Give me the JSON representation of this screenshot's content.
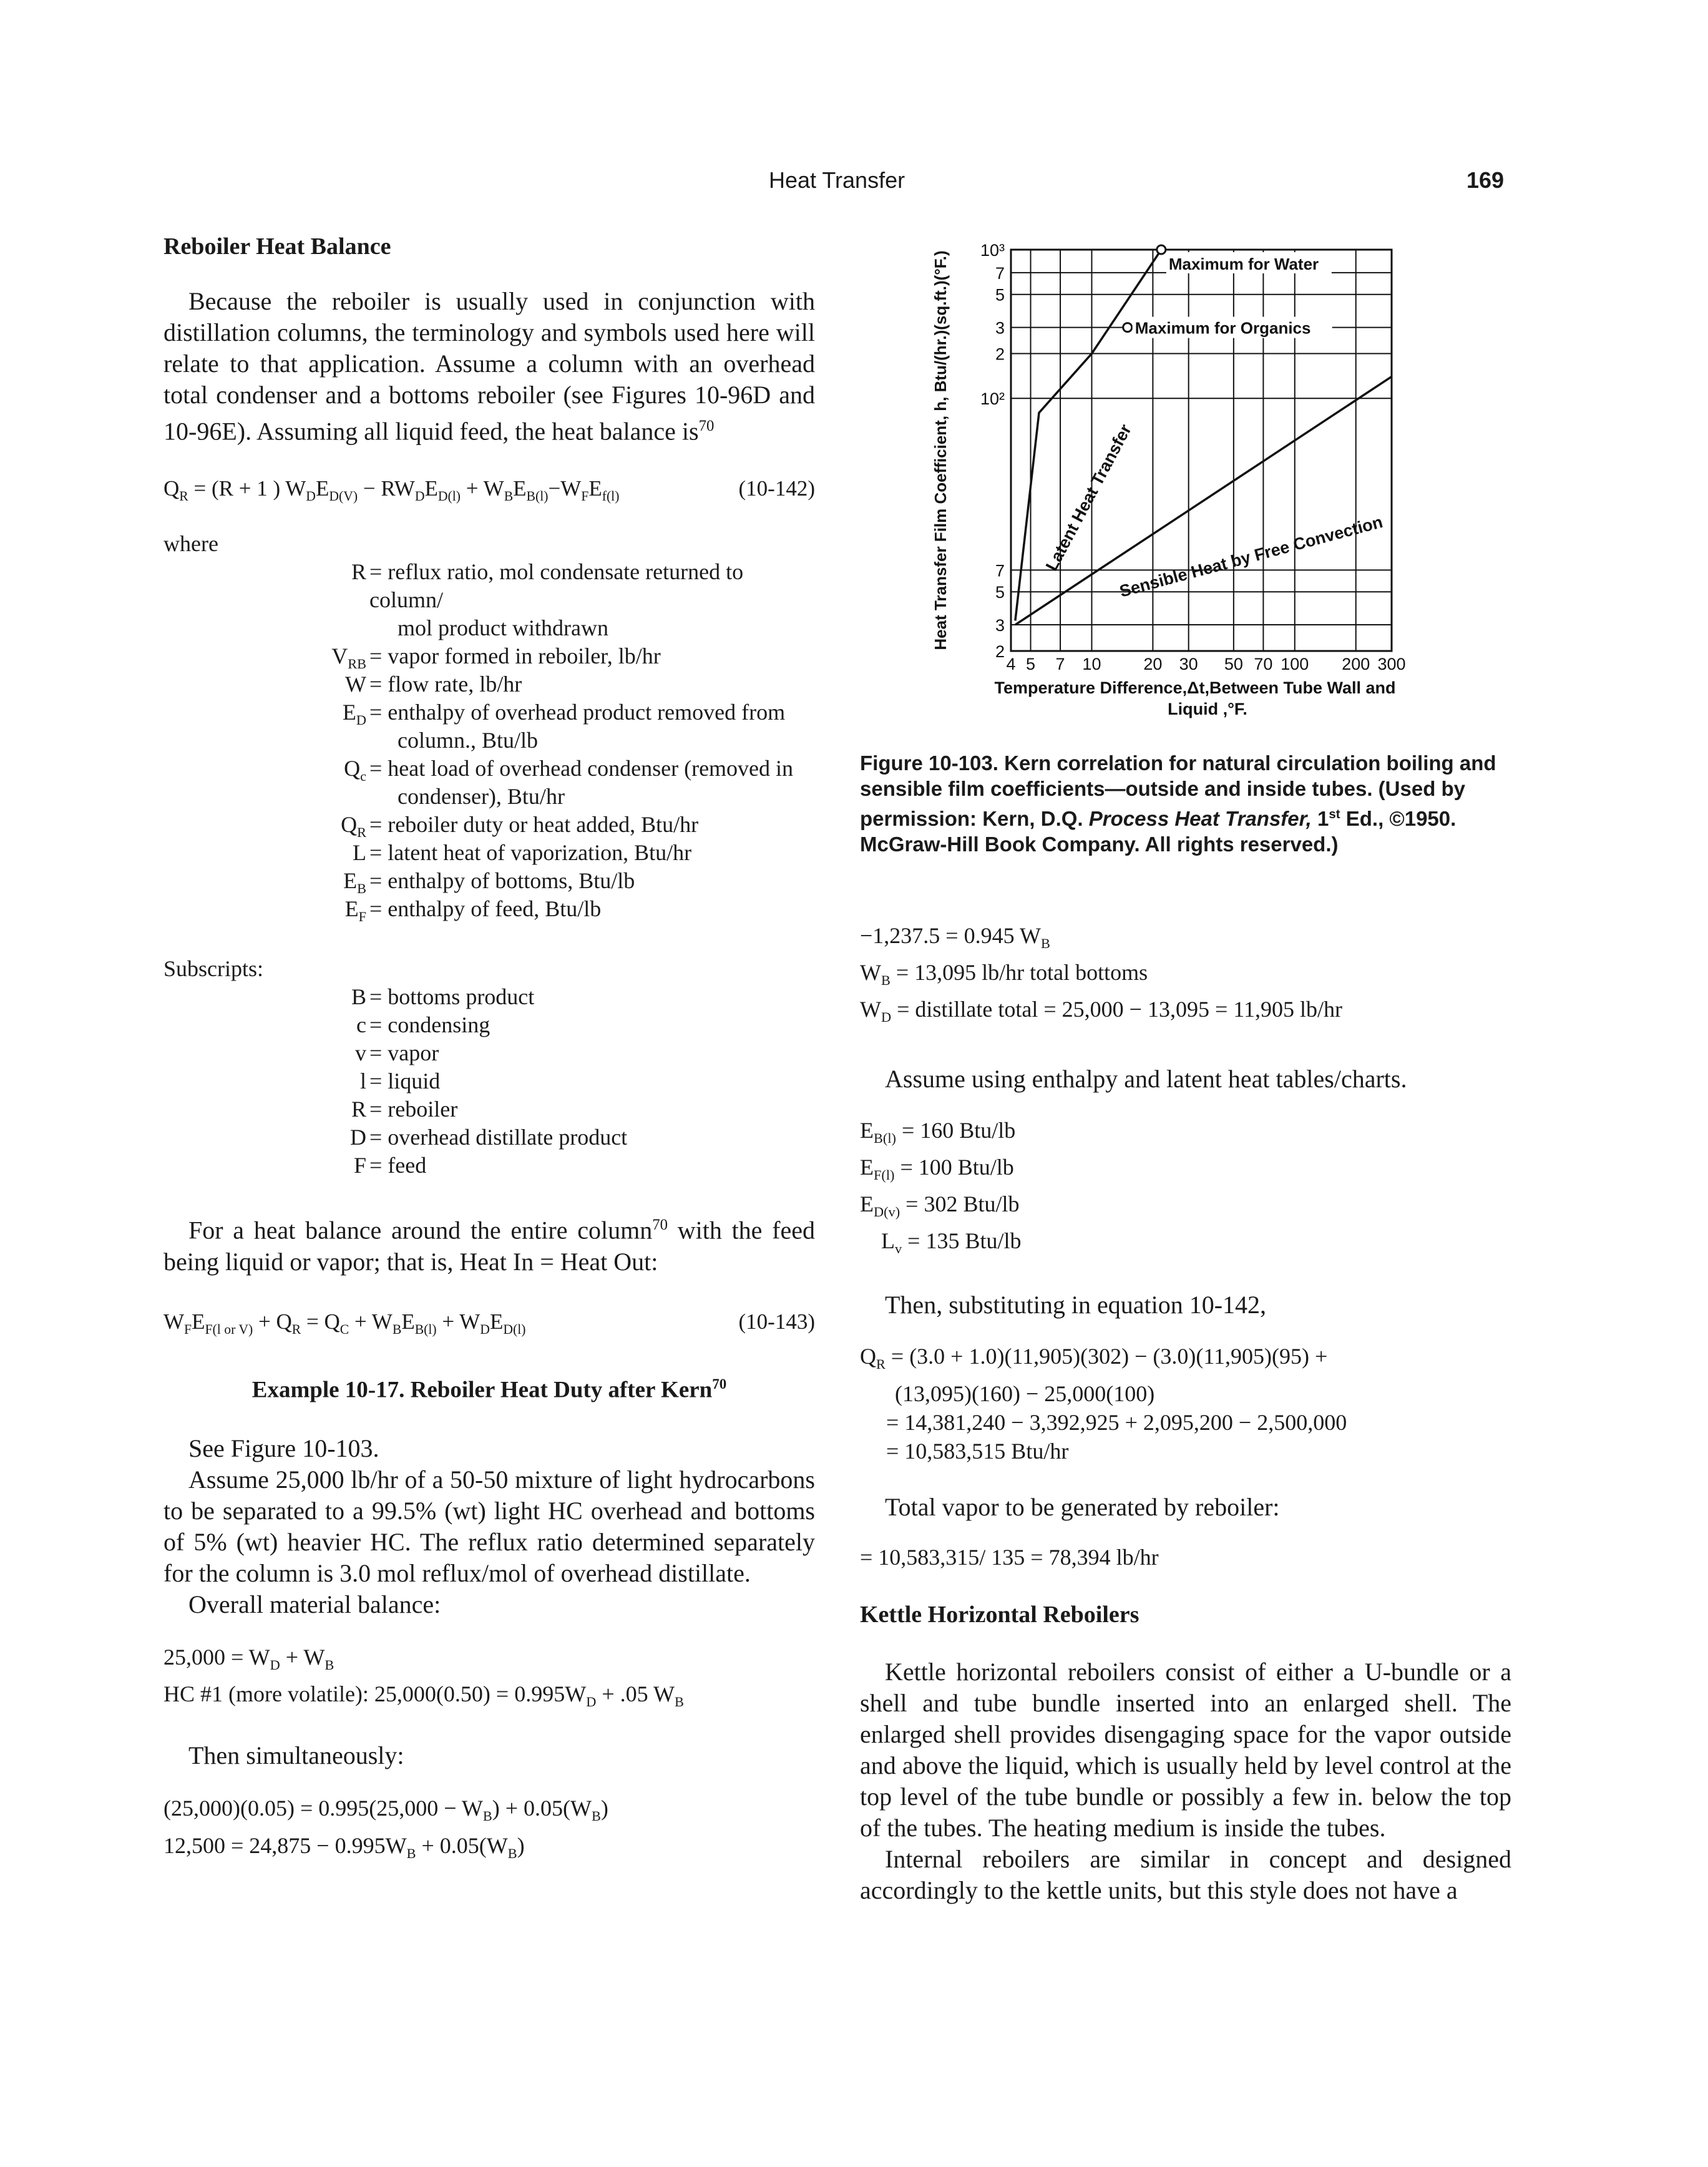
{
  "header": {
    "title": "Heat Transfer",
    "page_number": "169"
  },
  "left": {
    "section_title": "Reboiler Heat Balance",
    "intro": "Because the reboiler is usually used in conjunction with distillation columns, the terminology and symbols used here will relate to that application. Assume a column with an overhead total condenser and a bottoms reboiler (see Figures 10-96D and 10-96E). Assuming all liquid feed, the heat balance is",
    "intro_ref": "70",
    "eq142_number": "(10-142)",
    "where": "where",
    "definitions": [
      {
        "sym": "R",
        "def": "= reflux ratio, mol condensate returned to column/",
        "cont": "mol product withdrawn"
      },
      {
        "sym": "VRB",
        "def": "= vapor formed in reboiler, lb/hr"
      },
      {
        "sym": "W",
        "def": "= flow rate, lb/hr"
      },
      {
        "sym": "ED",
        "def": "= enthalpy of overhead product removed from",
        "cont": "column., Btu/lb"
      },
      {
        "sym": "Qc",
        "def": "= heat load of overhead condenser (removed in",
        "cont": "condenser), Btu/hr"
      },
      {
        "sym": "QR",
        "def": "= reboiler duty or heat added, Btu/hr"
      },
      {
        "sym": "L",
        "def": "= latent heat of vaporization, Btu/hr"
      },
      {
        "sym": "EB",
        "def": "= enthalpy of bottoms, Btu/lb"
      },
      {
        "sym": "EF",
        "def": "= enthalpy of feed, Btu/lb"
      }
    ],
    "subscripts_label": "Subscripts:",
    "subscripts": [
      {
        "sym": "B",
        "def": "= bottoms product"
      },
      {
        "sym": "c",
        "def": "= condensing"
      },
      {
        "sym": "v",
        "def": "= vapor"
      },
      {
        "sym": "l",
        "def": "= liquid"
      },
      {
        "sym": "R",
        "def": "= reboiler"
      },
      {
        "sym": "D",
        "def": "= overhead distillate product"
      },
      {
        "sym": "F",
        "def": "= feed"
      }
    ],
    "balance_text_1": "For a heat balance around the entire column",
    "balance_ref": "70",
    "balance_text_2": " with the feed being liquid or vapor; that is, Heat In = Heat Out:",
    "eq143_number": "(10-143)",
    "example_title": "Example 10-17. Reboiler Heat Duty after Kern",
    "example_ref": "70",
    "see_figure": "See Figure 10-103.",
    "example_text": "Assume 25,000 lb/hr of a 50-50 mixture of light hydrocarbons to be separated to a 99.5% (wt) light HC overhead and bottoms of 5% (wt) heavier HC. The reflux ratio determined separately for the column is 3.0 mol reflux/mol of overhead distillate.",
    "overall_balance": "Overall material balance:",
    "simultaneously": "Then simultaneously:"
  },
  "figure": {
    "caption_label": "Figure 10-103.",
    "caption_text_1": " Kern correlation for natural circulation boiling and sensible film coefficients—outside and inside tubes. (Used by permission: Kern, D.Q. ",
    "caption_book": "Process Heat Transfer,",
    "caption_text_2": " Ed., ©1950. McGraw-Hill Book Company. All rights reserved.)",
    "caption_edition": "1",
    "caption_edition_sup": "st"
  },
  "right": {
    "assume_text": "Assume using enthalpy and latent heat tables/charts.",
    "then_substituting": "Then, substituting in equation 10-142,",
    "total_vapor": "Total vapor to be generated by reboiler:",
    "total_vapor_calc": "= 10,583,315/ 135 = 78,394 lb/hr",
    "kettle_title": "Kettle Horizontal Reboilers",
    "kettle_p1": "Kettle horizontal reboilers consist of either a U-bundle or a shell and tube bundle inserted into an enlarged shell. The enlarged shell provides disengaging space for the vapor outside and above the liquid, which is usually held by level control at the top level of the tube bundle or possibly a few in. below the top of the tubes. The heating medium is inside the tubes.",
    "kettle_p2": "Internal reboilers are similar in concept and designed accordingly to the kettle units, but this style does not have a"
  },
  "chart_data": {
    "type": "line",
    "xlabel": "Temperature Difference,Δt,Between Tube Wall and Liquid ,°F.",
    "ylabel": "Heat Transfer Film Coefficient, h, Btu/(hr.)(sq.ft.)(°F.)",
    "x_scale": "log",
    "y_scale": "log",
    "xlim": [
      4,
      300
    ],
    "ylim": [
      2,
      1000
    ],
    "x_ticks": [
      4,
      5,
      7,
      10,
      20,
      30,
      50,
      70,
      100,
      200,
      300
    ],
    "x_tick_labels": [
      "4",
      "5",
      "7",
      "10",
      "20",
      "30",
      "50",
      "70",
      "100",
      "200",
      "300"
    ],
    "y_ticks": [
      2,
      3,
      5,
      7,
      100,
      200,
      300,
      500,
      700,
      1000
    ],
    "y_tick_labels": [
      "2",
      "3",
      "5",
      "7",
      "10²",
      "2",
      "3",
      "5",
      "7",
      "10³"
    ],
    "grid": true,
    "series": [
      {
        "name": "Latent Heat Transfer",
        "x": [
          4.2,
          5.5,
          10,
          22
        ],
        "y": [
          3.2,
          80,
          200,
          1000
        ]
      },
      {
        "name": "Sensible Heat by Free Convection",
        "x": [
          4.2,
          300
        ],
        "y": [
          3,
          140
        ]
      }
    ],
    "annotations": [
      {
        "text": "Maximum for Water",
        "x": 22,
        "y": 1000
      },
      {
        "text": "Maximum for Organics",
        "x": 15,
        "y": 300
      },
      {
        "text": "Latent Heat Transfer"
      },
      {
        "text": "Sensible Heat by Free Convection"
      }
    ]
  }
}
